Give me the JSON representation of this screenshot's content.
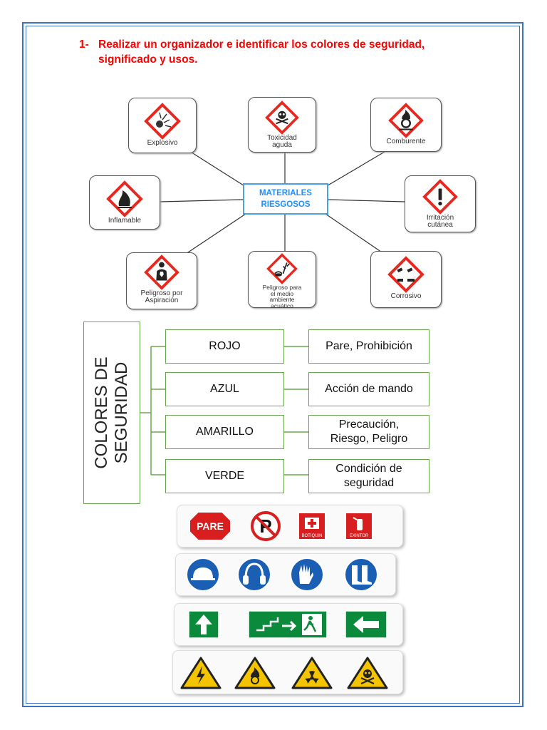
{
  "instruction": {
    "number": "1-",
    "line1": "Realizar un organizador e identificar los colores de seguridad,",
    "line2": "significado y usos."
  },
  "hazard_map": {
    "center_line1": "MATERIALES",
    "center_line2": "RIESGOSOS",
    "pictograms": [
      {
        "icon": "explosive-icon",
        "label1": "Explosivo",
        "label2": ""
      },
      {
        "icon": "skull-crossbones-icon",
        "label1": "Toxicidad",
        "label2": "aguda"
      },
      {
        "icon": "flame-over-circle-icon",
        "label1": "Comburente",
        "label2": ""
      },
      {
        "icon": "flame-icon",
        "label1": "Inflamable",
        "label2": ""
      },
      {
        "icon": "exclamation-icon",
        "label1": "Irritación",
        "label2": "cutánea"
      },
      {
        "icon": "health-hazard-icon",
        "label1": "Peligroso por",
        "label2": "Aspiración"
      },
      {
        "icon": "environment-icon",
        "label1": "Peligroso para",
        "label2": "el medio",
        "label3": "ambiente",
        "label4": "acuático"
      },
      {
        "icon": "corrosion-icon",
        "label1": "Corrosivo",
        "label2": ""
      }
    ]
  },
  "safety_colors": {
    "title_line1": "COLORES DE",
    "title_line2": "SEGURIDAD",
    "rows": [
      {
        "color": "ROJO",
        "meaning1": "Pare, Prohibición",
        "meaning2": ""
      },
      {
        "color": "AZUL",
        "meaning1": "Acción de mando",
        "meaning2": ""
      },
      {
        "color": "AMARILLO",
        "meaning1": "Precaución,",
        "meaning2": "Riesgo, Peligro"
      },
      {
        "color": "VERDE",
        "meaning1": "Condición de",
        "meaning2": "seguridad"
      }
    ]
  },
  "signs": {
    "red": {
      "pare": "PARE",
      "botiquin": "BOTIQUIN",
      "extintor": "EXINTOR"
    },
    "blue_icons": [
      "helmet-icon",
      "ear-protection-icon",
      "gloves-icon",
      "boots-icon"
    ],
    "green_icons": [
      "arrow-up-icon",
      "emergency-exit-icon",
      "arrow-left-icon"
    ],
    "yellow_icons": [
      "electric-hazard-icon",
      "flammable-hazard-icon",
      "radiation-hazard-icon",
      "toxic-hazard-icon"
    ]
  },
  "colors": {
    "frame": "#3b6fc9",
    "instruction": "#ff0000",
    "center_text": "#1e90ff",
    "box_border": "#6aa84f",
    "ghs_red": "#e8281f",
    "sign_red": "#d81e1e",
    "sign_blue": "#1a5fb4",
    "sign_green": "#0a8a3a",
    "sign_yellow": "#f5c400"
  }
}
